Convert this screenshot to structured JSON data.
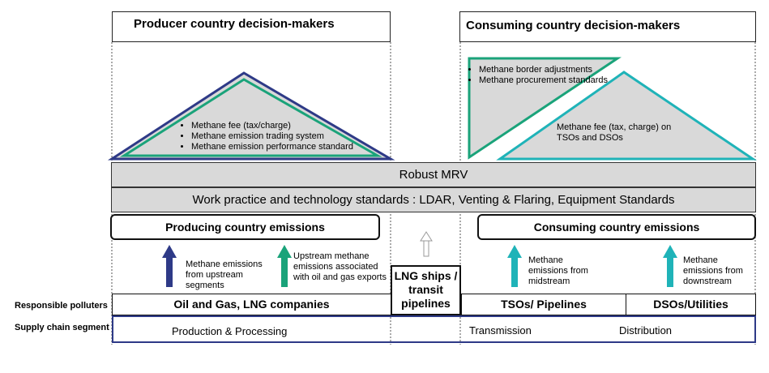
{
  "headers": {
    "producer": "Producer country decision-makers",
    "consumer": "Consuming country decision-makers"
  },
  "producer_policies": [
    "Methane fee (tax/charge)",
    "Methane emission trading system",
    "Methane emission performance standard"
  ],
  "consumer_policies_left": [
    "Methane border adjustments",
    "Methane procurement standards"
  ],
  "consumer_policy_right": "Methane fee (tax, charge) on TSOs and DSOs",
  "bars": {
    "mrv": "Robust MRV",
    "standards": "Work practice and technology standards : LDAR, Venting & Flaring, Equipment Standards"
  },
  "emissions": {
    "producing": "Producing country emissions",
    "consuming": "Consuming country emissions"
  },
  "arrows": {
    "upstream": "Methane emissions from upstream segments",
    "upstream_oil_gas": "Upstream methane emissions associated with oil and gas exports",
    "midstream": "Methane emissions from midstream",
    "downstream": "Methane emissions from downstream"
  },
  "lng": "LNG ships / transit pipelines",
  "rows": {
    "responsible_label": "Responsible polluters",
    "supply_label": "Supply chain segment",
    "oil_gas": "Oil and Gas, LNG companies",
    "tsos": "TSOs/ Pipelines",
    "dsos": "DSOs/Utilities",
    "production": "Production & Processing",
    "transmission": "Transmission",
    "distribution": "Distribution"
  },
  "colors": {
    "navy": "#2e3a87",
    "green": "#1aa37a",
    "teal": "#1fb3b8",
    "gray_fill": "#d9d9d9"
  }
}
